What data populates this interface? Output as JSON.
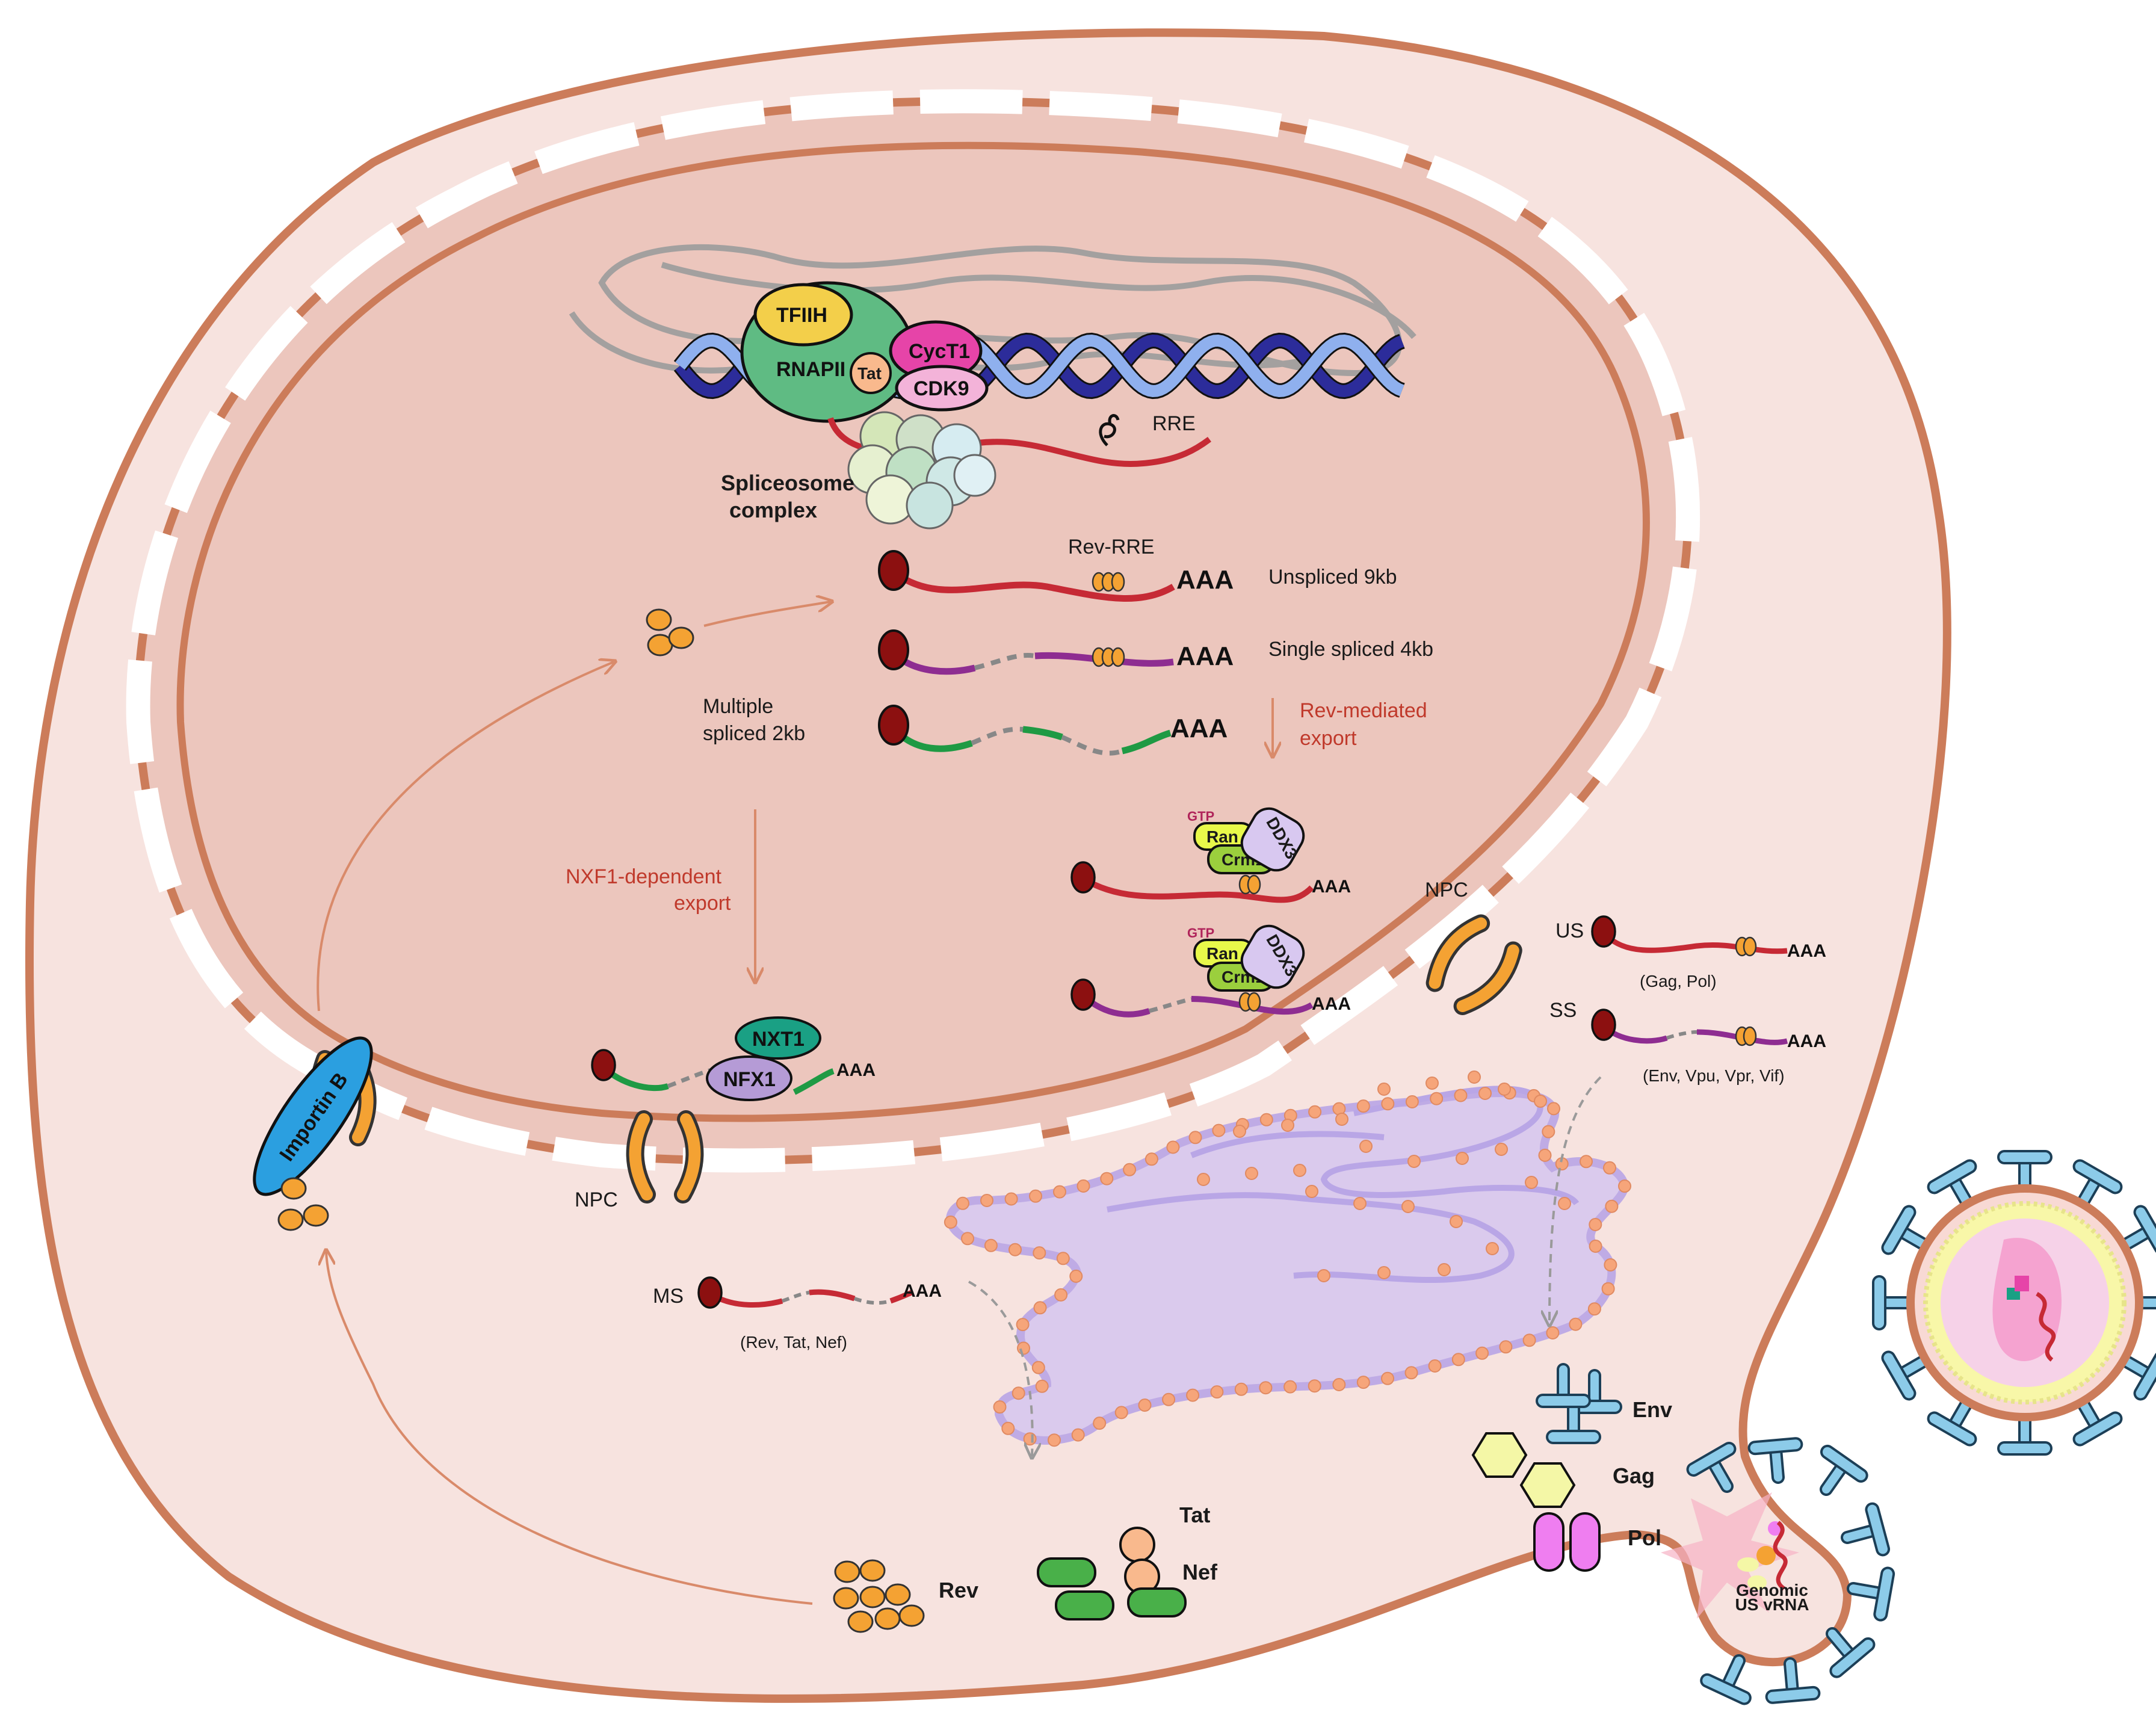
{
  "colors": {
    "cell_fill": "#f7e3df",
    "cell_stroke": "#cc7c5a",
    "nucleus_fill": "#ecc6bd",
    "mrna_us": "#c62a35",
    "mrna_ss": "#8e2d91",
    "mrna_ms": "#1f9a44",
    "rev": "#f4a233",
    "golgi": "#d7c8ef",
    "env": "#89c9e8"
  },
  "labels": {
    "tfiih": "TFIIH",
    "rnapii": "RNAPII",
    "tat_small": "Tat",
    "cyct1": "CycT1",
    "cdk9": "CDK9",
    "rre": "RRE",
    "spliceosome_1": "Spliceosome",
    "spliceosome_2": "complex",
    "rev_rre": "Rev-RRE",
    "unspliced": "Unspliced 9kb",
    "single_spliced": "Single spliced 4kb",
    "multiple_spliced_1": "Multiple",
    "multiple_spliced_2": "spliced 2kb",
    "aaa": "AAA",
    "rev_export_1": "Rev-mediated",
    "rev_export_2": "export",
    "nxf1_export_1": "NXF1-dependent",
    "nxf1_export_2": "export",
    "gtp": "GTP",
    "ran": "Ran",
    "crm1": "Crm1",
    "ddx3": "DDX3",
    "nxt1": "NXT1",
    "nfx1": "NFX1",
    "npc": "NPC",
    "importin": "Importin B",
    "us": "US",
    "us_products": "(Gag, Pol)",
    "ss": "SS",
    "ss_products": "(Env, Vpu, Vpr, Vif)",
    "ms": "MS",
    "ms_products": "(Rev, Tat, Nef)",
    "env": "Env",
    "gag": "Gag",
    "pol": "Pol",
    "rev": "Rev",
    "tat": "Tat",
    "nef": "Nef",
    "genomic_1": "Genomic",
    "genomic_2": "US vRNA"
  }
}
